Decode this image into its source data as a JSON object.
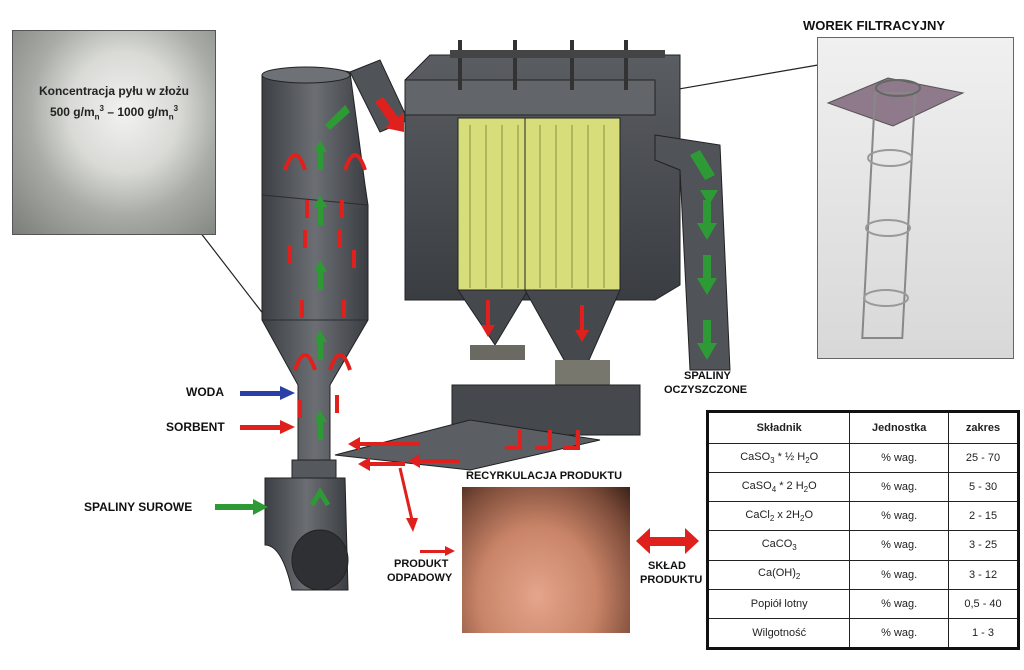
{
  "labels": {
    "woda": "WODA",
    "sorbent": "SORBENT",
    "spaliny_surowe": "SPALINY SUROWE",
    "worek": "WOREK FILTRACYJNY",
    "spaliny_oczyszczone_1": "SPALINY",
    "spaliny_oczyszczone_2": "OCZYSZCZONE",
    "recyrkulacja": "RECYRKULACJA PRODUKTU",
    "produkt_odpadowy_1": "PRODUKT",
    "produkt_odpadowy_2": "ODPADOWY",
    "sklad_produktu_1": "SKŁAD",
    "sklad_produktu_2": "PRODUKTU"
  },
  "dust_photo": {
    "line1": "Koncentracja pyłu w złożu",
    "line2_a": "500 g/m",
    "line2_sub": "n",
    "line2_sup": "3",
    "line2_b": " – 1000 g/m",
    "line2_sub2": "n",
    "line2_sup2": "3"
  },
  "table": {
    "headers": [
      "Składnik",
      "Jednostka",
      "zakres"
    ],
    "rows": [
      {
        "a": "CaSO",
        "a_sub": "3",
        "a_rest": " * ½ H",
        "a_sub2": "2",
        "a_rest2": "O",
        "unit": "% wag.",
        "range": "25 - 70"
      },
      {
        "a": "CaSO",
        "a_sub": "4",
        "a_rest": " * 2 H",
        "a_sub2": "2",
        "a_rest2": "O",
        "unit": "% wag.",
        "range": "5 - 30"
      },
      {
        "a": "CaCl",
        "a_sub": "2",
        "a_rest": " x 2H",
        "a_sub2": "2",
        "a_rest2": "O",
        "unit": "% wag.",
        "range": "2 - 15"
      },
      {
        "a": "CaCO",
        "a_sub": "3",
        "a_rest": "",
        "a_sub2": "",
        "a_rest2": "",
        "unit": "% wag.",
        "range": "3 - 25"
      },
      {
        "a": "Ca(OH)",
        "a_sub": "2",
        "a_rest": "",
        "a_sub2": "",
        "a_rest2": "",
        "unit": "% wag.",
        "range": "3 - 12"
      },
      {
        "a": "Popiół  lotny",
        "a_sub": "",
        "a_rest": "",
        "a_sub2": "",
        "a_rest2": "",
        "unit": "% wag.",
        "range": "0,5 - 40"
      },
      {
        "a": "Wilgotność",
        "a_sub": "",
        "a_rest": "",
        "a_sub2": "",
        "a_rest2": "",
        "unit": "% wag.",
        "range": "1 - 3"
      }
    ]
  },
  "colors": {
    "red_arrow": "#e0201c",
    "green_arrow": "#2e9a36",
    "blue_arrow": "#2b3fa8",
    "steel": "#4a4d52",
    "filter": "#d7dd7a"
  }
}
